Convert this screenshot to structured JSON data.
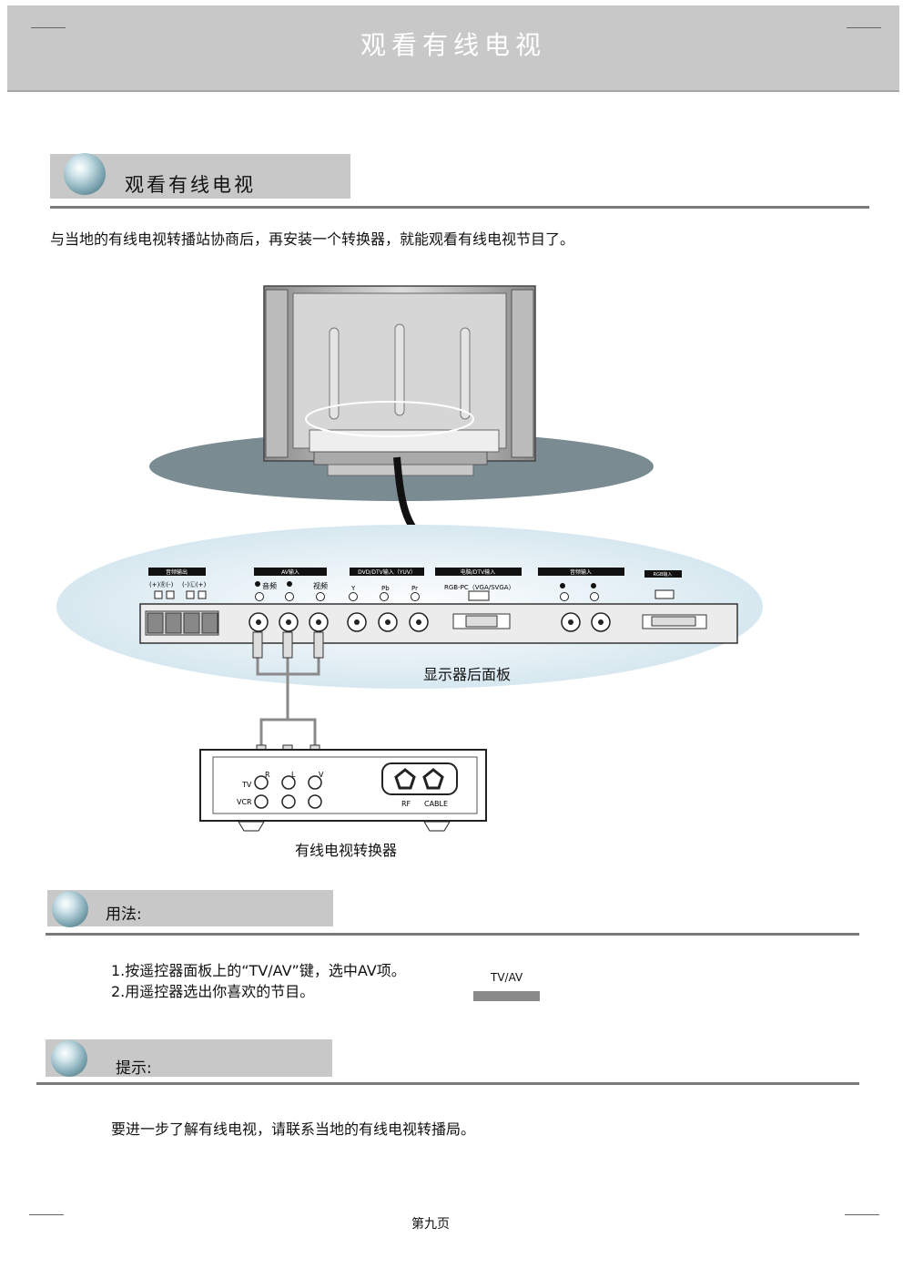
{
  "header": {
    "title": "观看有线电视"
  },
  "section1": {
    "title": "观看有线电视",
    "intro": "与当地的有线电视转播站协商后，再安装一个转换器，就能观看有线电视节目了。"
  },
  "diagram": {
    "rear_panel_caption": "显示器后面板",
    "converter_caption": "有线电视转换器",
    "panel_groups": {
      "audio_out": "音频输出",
      "av_in": "AV输入",
      "dvd_in": "DVD/DTV输入（YUV）",
      "pc_in": "电脑/DTV输入",
      "audio_in": "音频输入",
      "rgb_in": "RGB输入"
    },
    "panel_labels": {
      "speaker_l": "(+)Ⓡ(-)",
      "speaker_r": "(-)Ⓛ(+)",
      "audio": "音频",
      "video": "视频",
      "y": "Y",
      "pb": "Pb",
      "pr": "Pr",
      "rgbpc": "RGB-PC（VGA/SVGA）"
    },
    "converter_labels": {
      "tv": "TV",
      "vcr": "VCR",
      "r": "R",
      "l": "L",
      "v": "V",
      "rf": "RF",
      "cable": "CABLE"
    }
  },
  "usage": {
    "title": "用法:",
    "step1": "1.按遥控器面板上的“TV/AV”键，选中AV项。",
    "step2": "2.用遥控器选出你喜欢的节目。",
    "button_label": "TV/AV"
  },
  "tips": {
    "title": "提示:",
    "text": "要进一步了解有线电视，请联系当地的有线电视转播局。"
  },
  "footer": {
    "page": "第九页"
  }
}
